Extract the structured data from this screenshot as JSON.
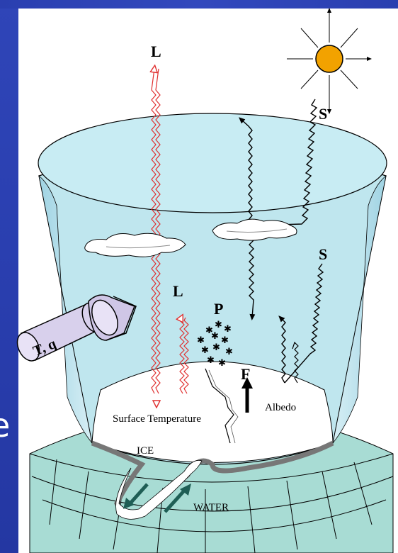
{
  "edge_glyph": "e",
  "labels": {
    "longwave_top": "L",
    "shortwave_top": "S",
    "shortwave_right": "S",
    "longwave_mid": "L",
    "precipitation": "P",
    "flux": "F",
    "advection": "T, q",
    "surface_temperature": "Surface Temperature",
    "albedo": "Albedo",
    "ice": "ICE",
    "water": "WATER"
  },
  "colors": {
    "slide_blue": "#2a3fb0",
    "sky_fill": "#bfe6ee",
    "sea_fill": "#a8dcd4",
    "sun_fill": "#f2a200",
    "longwave_red": "#e03030",
    "advection_cylinder": "#d8d0ec",
    "ice_surface": "#ffffff",
    "arrow_teal": "#1f5e55"
  },
  "icons": {
    "sun": "sun-icon",
    "cloud": "cloud-icon",
    "snowflake": "snowflake-icon",
    "wavy_arrow": "wavy-arrow-icon",
    "straight_arrow": "arrow-up-icon"
  }
}
